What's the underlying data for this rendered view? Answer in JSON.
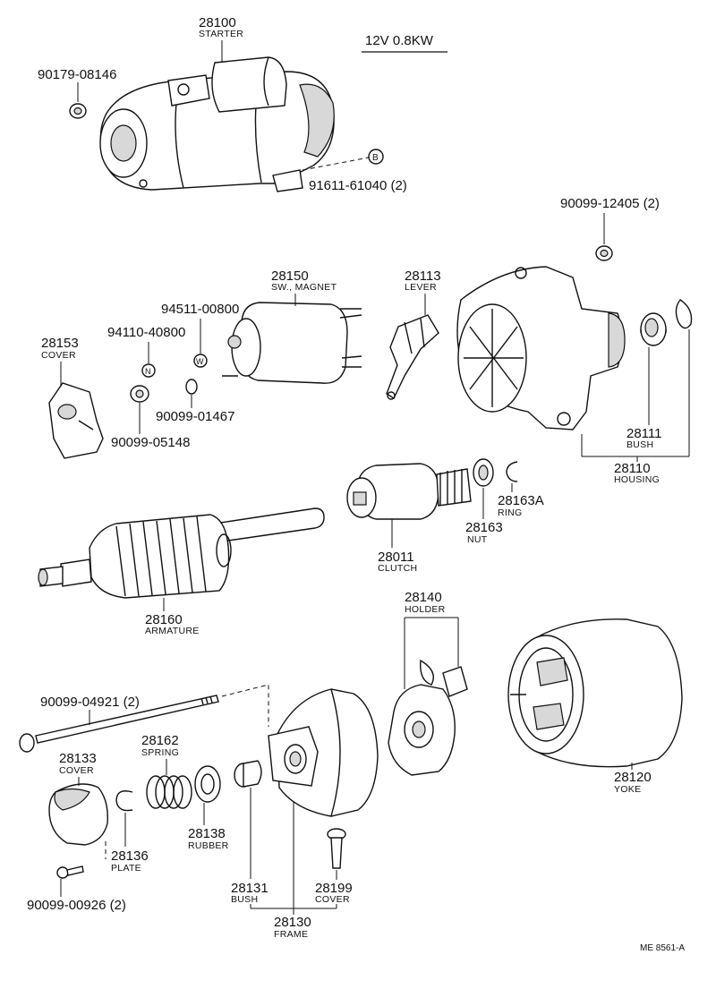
{
  "diagram": {
    "spec": "12V 0.8KW",
    "drawing_code": "ME 8561-A"
  },
  "parts": [
    {
      "id": "starter",
      "number": "28100",
      "name": "STARTER"
    },
    {
      "id": "nut-starter",
      "number": "90179-08146",
      "name": ""
    },
    {
      "id": "bolt-b",
      "number": "91611-61040 (2)",
      "name": "",
      "marker": "B"
    },
    {
      "id": "nut-housing",
      "number": "90099-12405 (2)",
      "name": ""
    },
    {
      "id": "magnet-switch",
      "number": "28150",
      "name": "SW., MAGNET"
    },
    {
      "id": "lever",
      "number": "28113",
      "name": "LEVER"
    },
    {
      "id": "washer-w",
      "number": "94511-00800",
      "name": "",
      "marker": "W"
    },
    {
      "id": "nut-n",
      "number": "94110-40800",
      "name": "",
      "marker": "N"
    },
    {
      "id": "cover-28153",
      "number": "28153",
      "name": "COVER"
    },
    {
      "id": "washer-01467",
      "number": "90099-01467",
      "name": ""
    },
    {
      "id": "nut-05148",
      "number": "90099-05148",
      "name": ""
    },
    {
      "id": "bush-28111",
      "number": "28111",
      "name": "BUSH"
    },
    {
      "id": "housing",
      "number": "28110",
      "name": "HOUSING"
    },
    {
      "id": "ring",
      "number": "28163A",
      "name": "RING"
    },
    {
      "id": "nut-28163",
      "number": "28163",
      "name": "NUT"
    },
    {
      "id": "clutch",
      "number": "28011",
      "name": "CLUTCH"
    },
    {
      "id": "armature",
      "number": "28160",
      "name": "ARMATURE"
    },
    {
      "id": "holder",
      "number": "28140",
      "name": "HOLDER"
    },
    {
      "id": "through-bolt",
      "number": "90099-04921 (2)",
      "name": ""
    },
    {
      "id": "spring",
      "number": "28162",
      "name": "SPRING"
    },
    {
      "id": "cover-28133",
      "number": "28133",
      "name": "COVER"
    },
    {
      "id": "yoke",
      "number": "28120",
      "name": "YOKE"
    },
    {
      "id": "rubber",
      "number": "28138",
      "name": "RUBBER"
    },
    {
      "id": "plate",
      "number": "28136",
      "name": "PLATE"
    },
    {
      "id": "bush-28131",
      "number": "28131",
      "name": "BUSH"
    },
    {
      "id": "cover-28199",
      "number": "28199",
      "name": "COVER"
    },
    {
      "id": "frame",
      "number": "28130",
      "name": "FRAME"
    },
    {
      "id": "screw-00926",
      "number": "90099-00926 (2)",
      "name": ""
    }
  ]
}
